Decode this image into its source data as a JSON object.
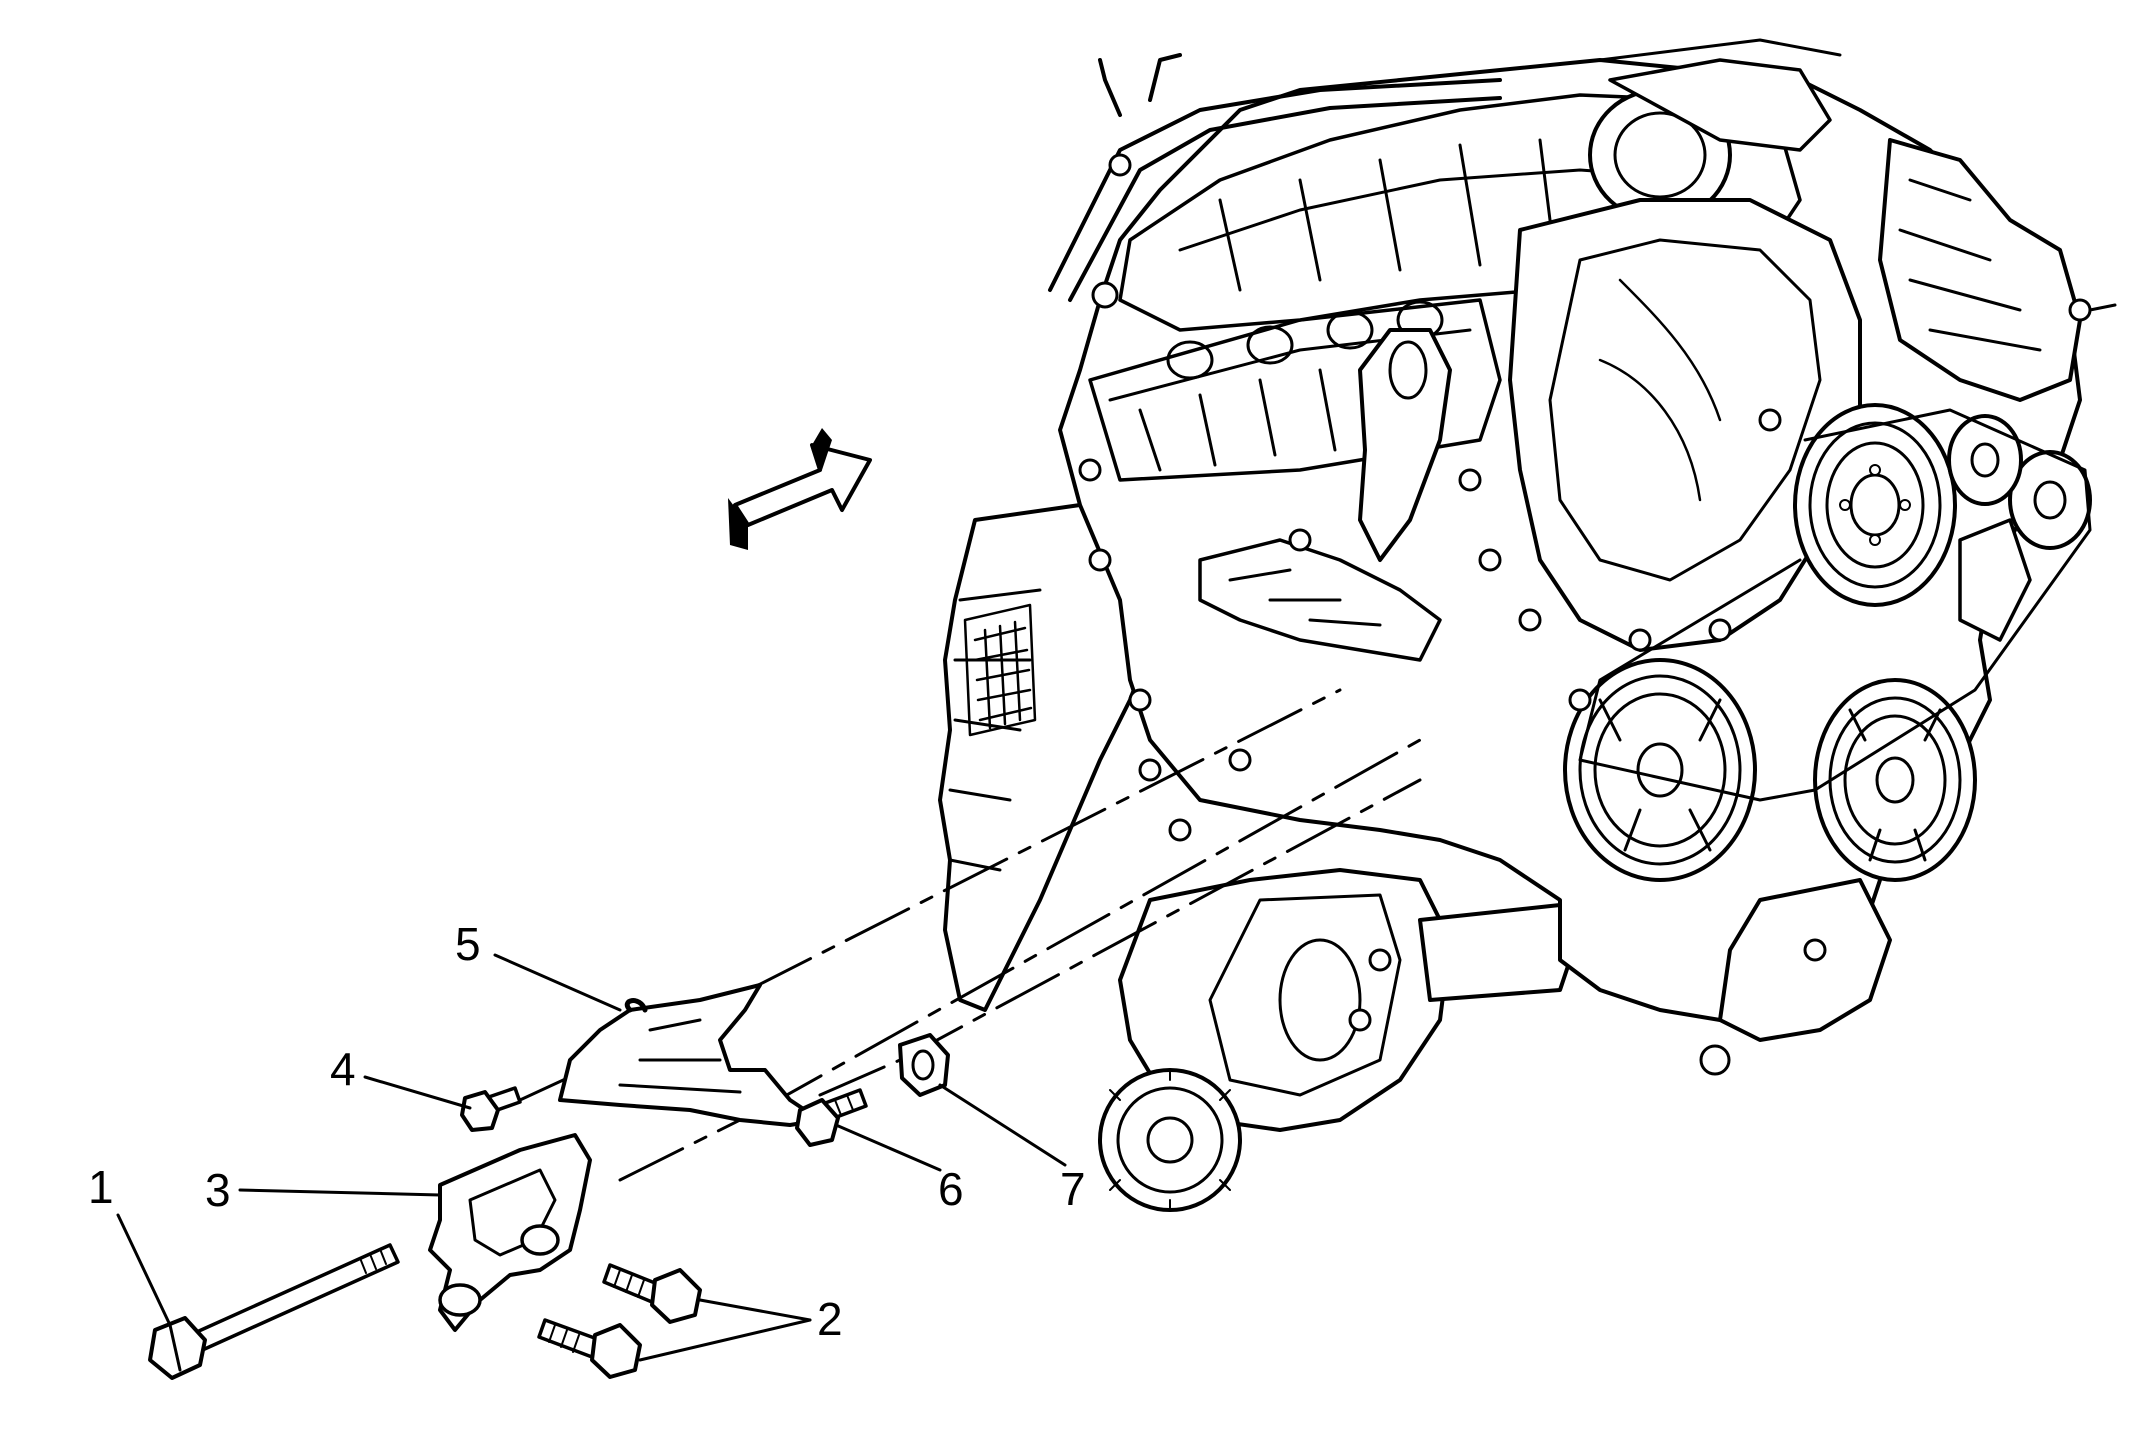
{
  "callouts": [
    {
      "id": "1",
      "label": "1"
    },
    {
      "id": "2",
      "label": "2"
    },
    {
      "id": "3",
      "label": "3"
    },
    {
      "id": "4",
      "label": "4"
    },
    {
      "id": "5",
      "label": "5"
    },
    {
      "id": "6",
      "label": "6"
    },
    {
      "id": "7",
      "label": "7"
    }
  ],
  "direction_arrow_icon": "front-direction-arrow-icon"
}
